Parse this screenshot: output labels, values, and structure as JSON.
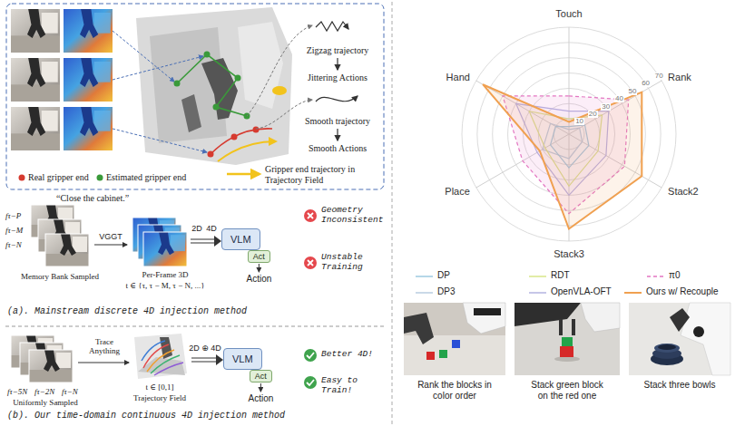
{
  "diagram": {
    "nodes": [
      {
        "text": [
          "VLM"
        ]
      },
      {
        "text": [
          "Act"
        ]
      },
      {
        "text": [
          "VLM"
        ]
      },
      {
        "text": [
          "Act"
        ]
      }
    ],
    "labels": [
      "Zigzag trajectory",
      "Jittering Actions",
      "Smooth trajectory",
      "Smooth Actions",
      "“Close the cabinet.”",
      "fτ−P",
      "fτ−M",
      "fτ−N",
      "VGGT",
      "Memory Bank Sampled",
      "Per-Frame 3D",
      "t ∈ {τ, τ − M, τ − N, ...}",
      "2D",
      "4D",
      "Action",
      "Geometry Inconsistent",
      "Unstable Training",
      "(a). Mainstream discrete 4D injection method",
      "fτ−5N",
      "fτ−2N",
      "fτ−N",
      "Uniformly Sampled",
      "Trace Anything",
      "Trajectory Field",
      "t ∈ [0,1]",
      "2D ⊕ 4D",
      "Action",
      "Better 4D!",
      "Easy to Train!",
      "(b). Our time-domain continuous 4D injection method",
      "Touch",
      "Rank",
      "Stack2",
      "Stack3",
      "Place",
      "Hand",
      "10",
      "20",
      "30",
      "40",
      "50",
      "60",
      "70",
      "Rank the blocks in color order",
      "Stack green block on the red one",
      "Stack three bowls"
    ],
    "legend": [
      {
        "text": "Real gripper end"
      },
      {
        "text": "Estimated gripper end"
      },
      {
        "text": "Gripper end trajectory in Trajectory Field"
      },
      {
        "text": "DP"
      },
      {
        "text": "RDT"
      },
      {
        "text": "π0"
      },
      {
        "text": "DP3"
      },
      {
        "text": "OpenVLA-OFT"
      },
      {
        "text": "Ours w/ Recouple"
      }
    ]
  }
}
